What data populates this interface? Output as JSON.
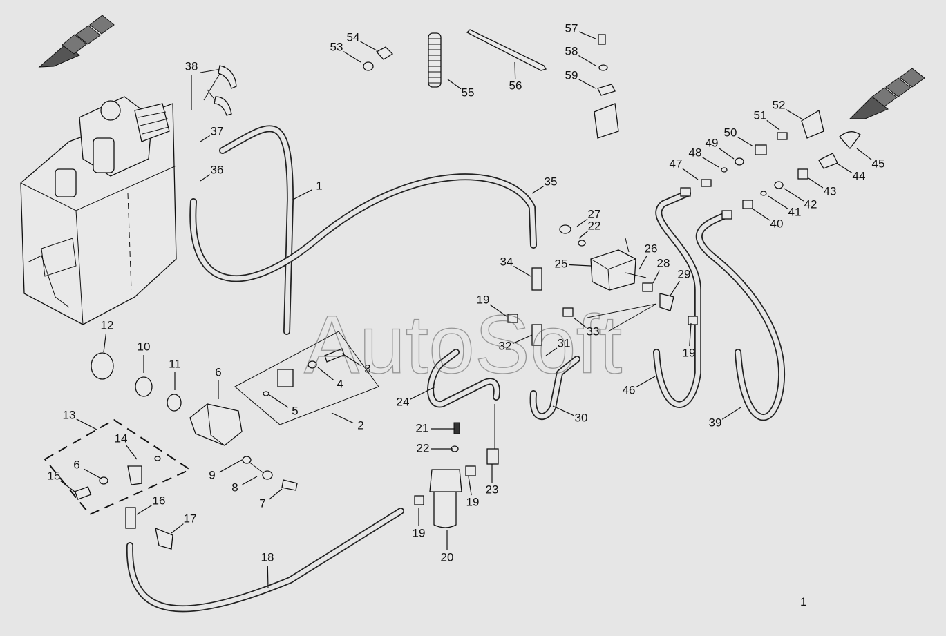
{
  "diagram": {
    "watermark": "AutoSoft",
    "page_number": "1",
    "callouts": [
      "1",
      "2",
      "3",
      "4",
      "5",
      "6",
      "6",
      "7",
      "8",
      "9",
      "10",
      "11",
      "12",
      "13",
      "14",
      "15",
      "16",
      "17",
      "18",
      "19",
      "19",
      "19",
      "19",
      "20",
      "21",
      "22",
      "22",
      "23",
      "24",
      "25",
      "26",
      "27",
      "28",
      "29",
      "30",
      "31",
      "32",
      "33",
      "34",
      "35",
      "36",
      "37",
      "38",
      "39",
      "40",
      "41",
      "42",
      "43",
      "44",
      "45",
      "46",
      "47",
      "48",
      "49",
      "50",
      "51",
      "52",
      "53",
      "54",
      "55",
      "56",
      "57",
      "58",
      "59"
    ]
  },
  "colors": {
    "background": "#e6e6e6",
    "line": "#111111",
    "arrow_fill": "#555555"
  }
}
